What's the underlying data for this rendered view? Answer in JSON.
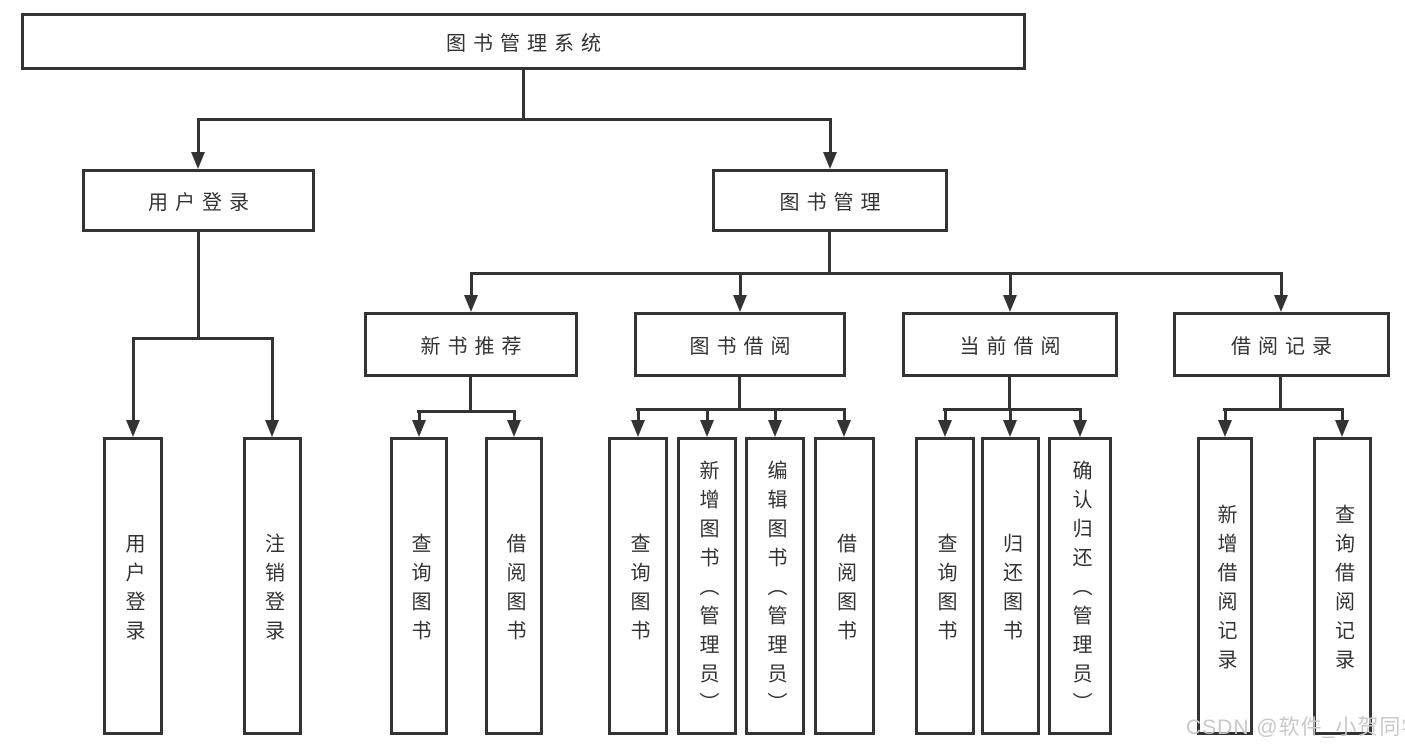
{
  "diagram": {
    "root": "图书管理系统",
    "level2": {
      "user_login": "用户登录",
      "book_mgmt": "图书管理"
    },
    "level3": {
      "new_book_rec": "新书推荐",
      "book_borrow": "图书借阅",
      "current_borrow": "当前借阅",
      "borrow_records": "借阅记录"
    },
    "leaves": {
      "user_login": "用户登录",
      "logout": "注销登录",
      "rec_query_books": "查询图书",
      "rec_borrow_books": "借阅图书",
      "bb_query_books": "查询图书",
      "bb_add_books": "新增图书（管理员）",
      "bb_edit_books": "编辑图书（管理员）",
      "bb_borrow_books": "借阅图书",
      "cb_query_books": "查询图书",
      "cb_return_books": "归还图书",
      "cb_confirm_return": "确认归还（管理员）",
      "br_add_record": "新增借阅记录",
      "br_query_record": "查询借阅记录"
    }
  },
  "watermark": "CSDN @软件_小贺同学",
  "colors": {
    "line": "#333333",
    "text": "#333333",
    "background": "#ffffff",
    "watermark": "#c9c9c9"
  }
}
